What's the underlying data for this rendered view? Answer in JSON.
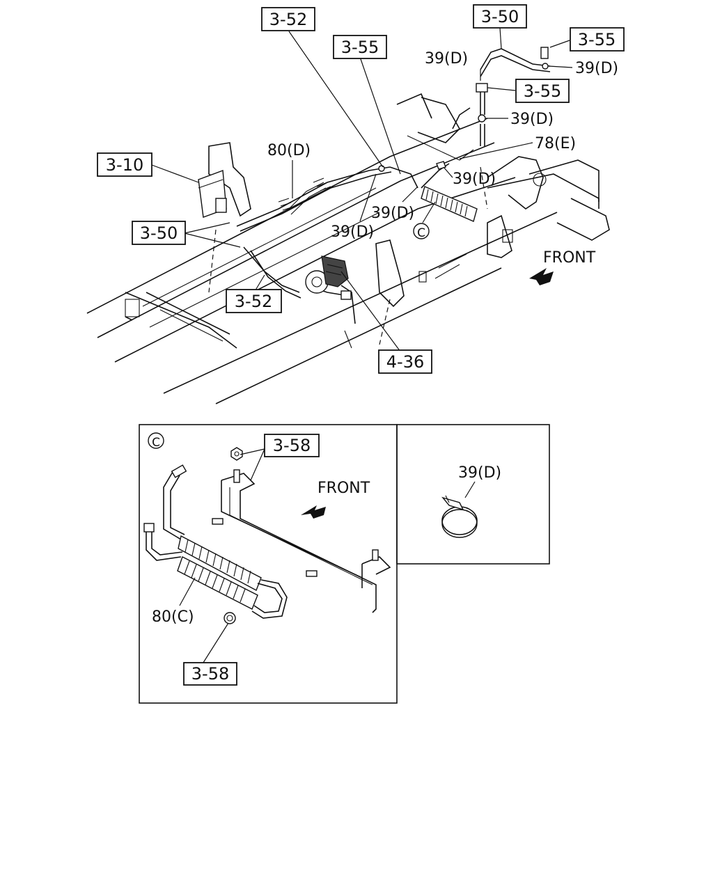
{
  "refs": {
    "r352_top": "3-52",
    "r350_top": "3-50",
    "r355_mid": "3-55",
    "r355_right": "3-55",
    "r355_top": "3-55",
    "r310": "3-10",
    "r350_left": "3-50",
    "r352_bottom": "3-52",
    "r436": "4-36",
    "r358_top": "3-58",
    "r358_bottom": "3-58"
  },
  "labels": {
    "l39_a": "39(D)",
    "l39_b": "39(D)",
    "l39_c": "39(D)",
    "l39_d": "39(D)",
    "l39_e": "39(D)",
    "l39_f": "39(D)",
    "l39_detail": "39(D)",
    "l78e": "78(E)",
    "l80d": "80(D)",
    "l80c": "80(C)",
    "circle_c_main": "C",
    "circle_c_detail": "C"
  },
  "front": {
    "main": "FRONT",
    "detail": "FRONT"
  }
}
